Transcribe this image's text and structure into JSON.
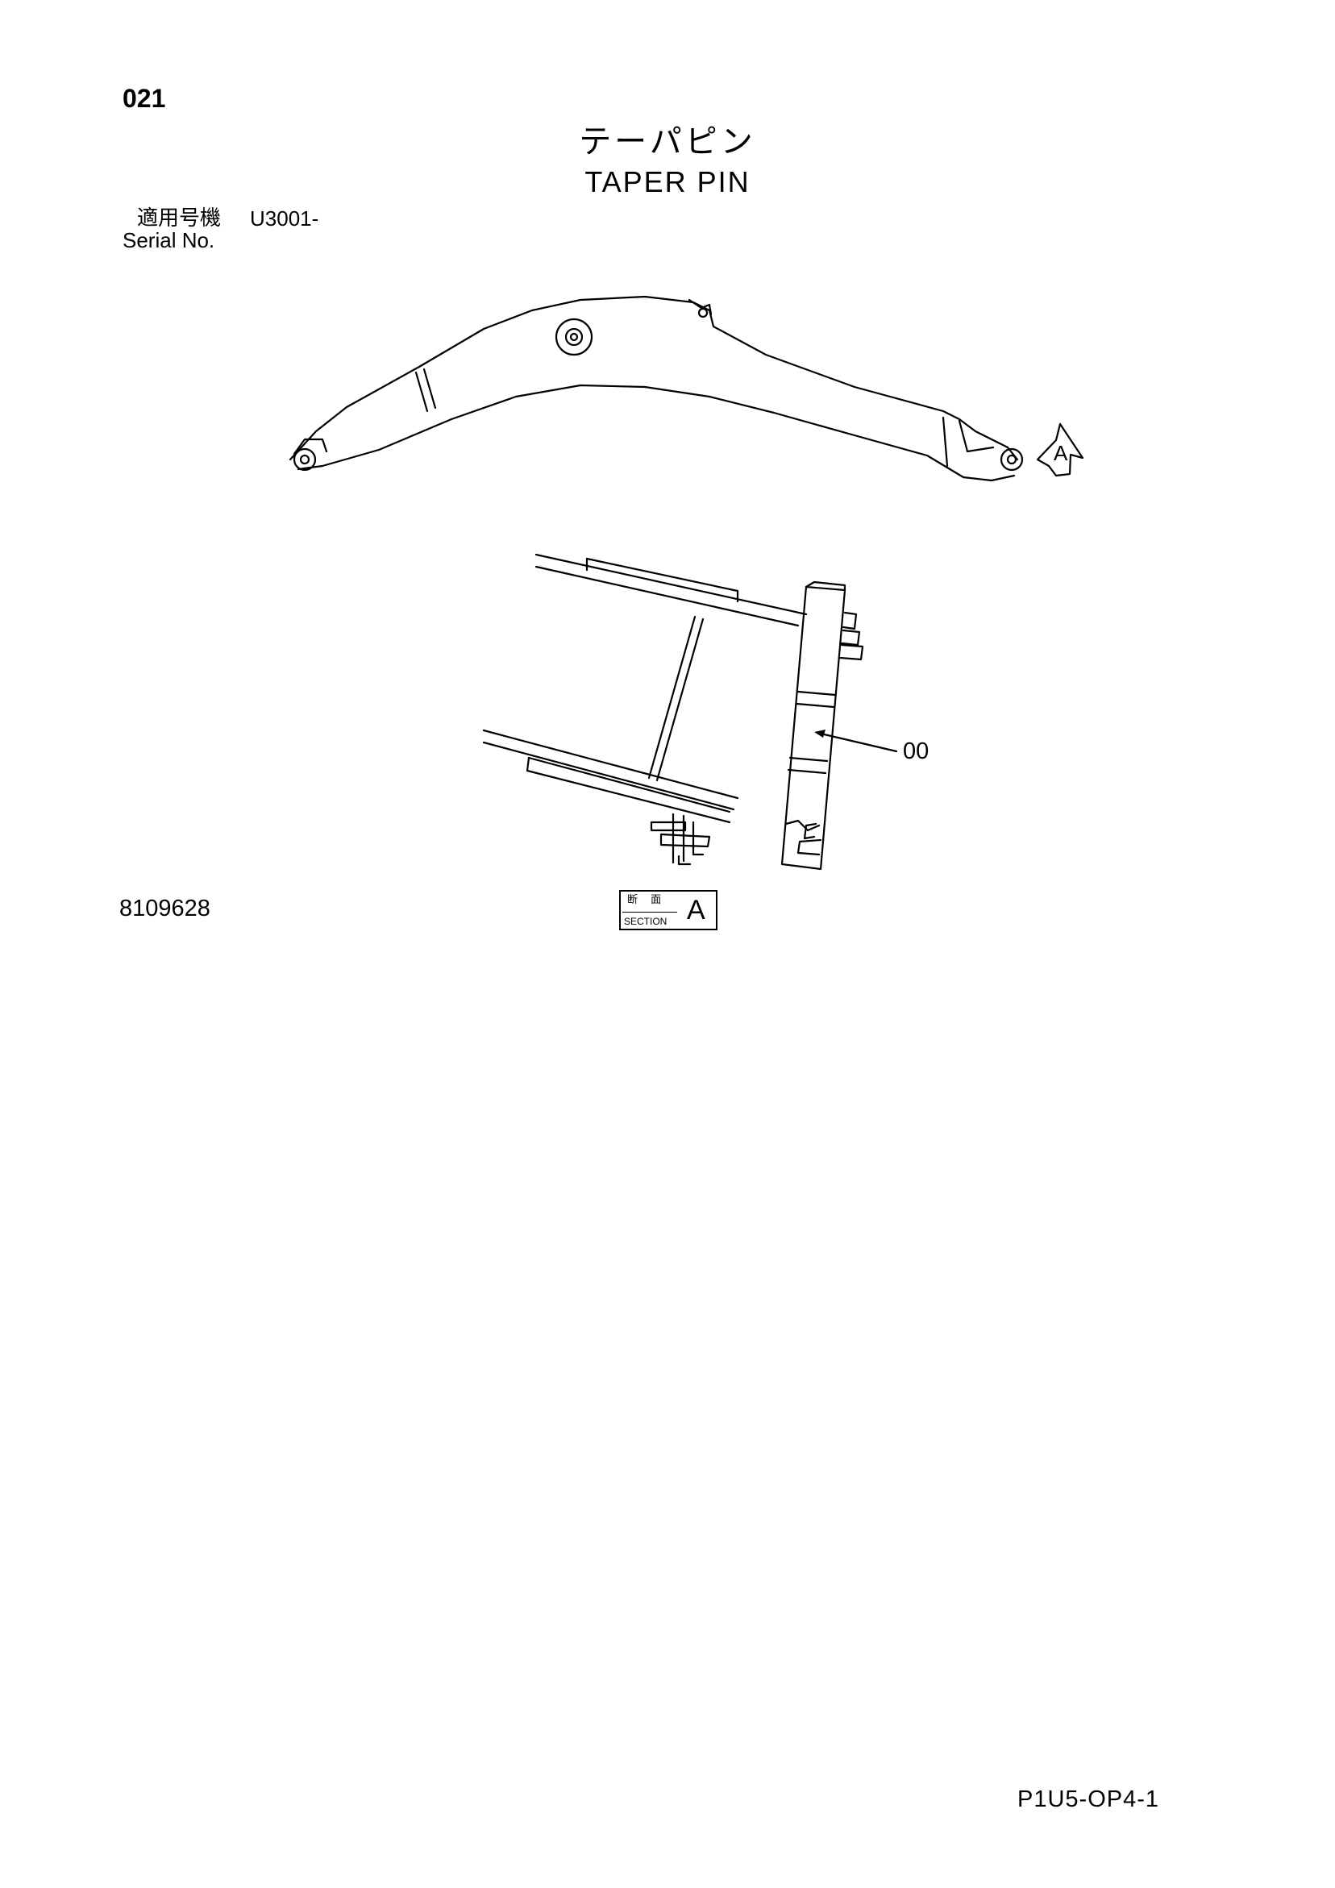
{
  "header": {
    "page_number": "021",
    "title_jp": "テーパピン",
    "title_en": "TAPER PIN"
  },
  "serial": {
    "label_jp": "適用号機",
    "value": "U3001-",
    "label_en": "Serial No."
  },
  "drawing": {
    "view_marker": "A",
    "callout_label": "00",
    "section_label_jp": "断 面",
    "section_label_en": "SECTION",
    "section_letter": "A",
    "drawing_number": "8109628"
  },
  "footer": {
    "code": "P1U5-OP4-1"
  }
}
